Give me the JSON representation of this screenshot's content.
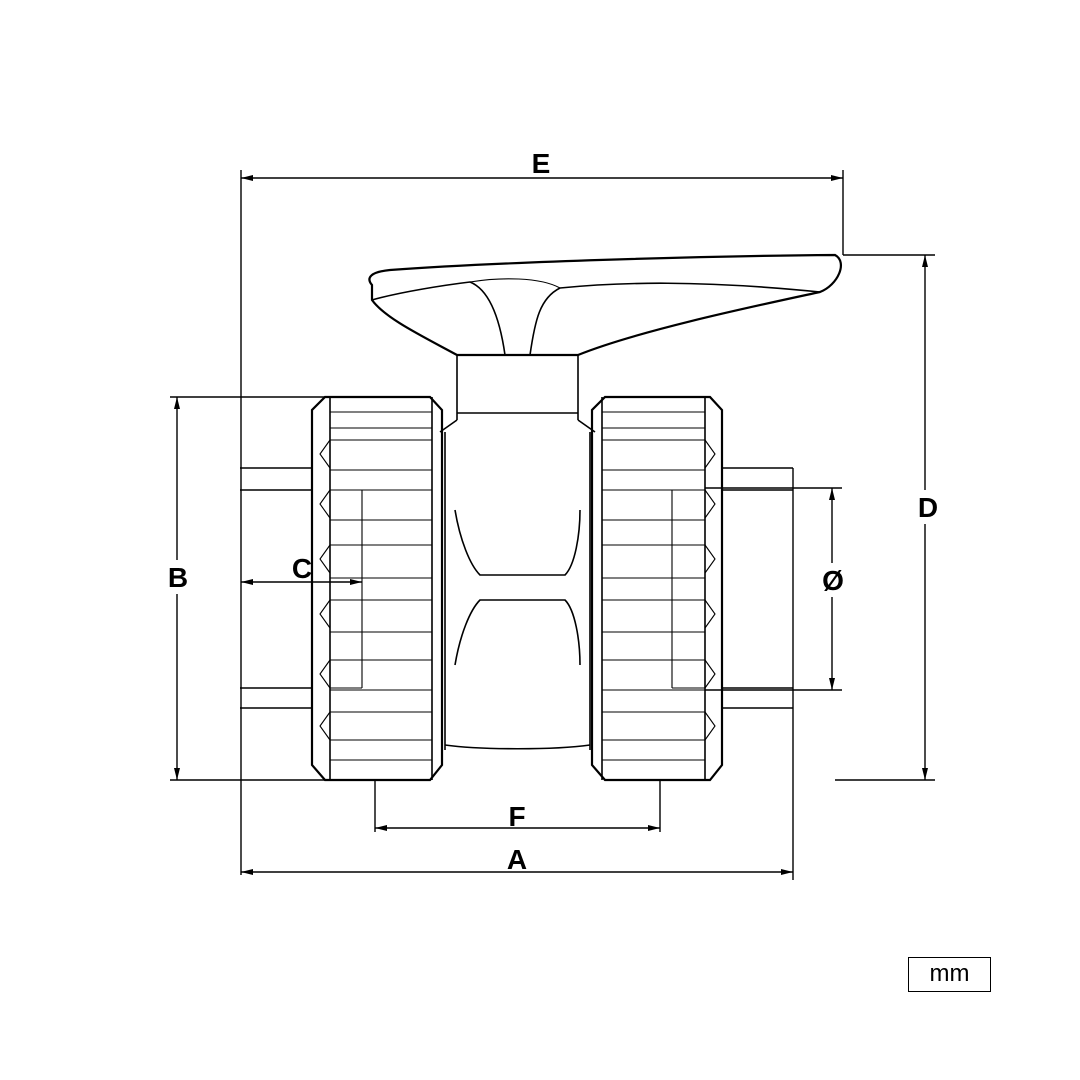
{
  "dimension_labels": {
    "A": "A",
    "B": "B",
    "C": "C",
    "D": "D",
    "E": "E",
    "F": "F",
    "diameter": "Ø"
  },
  "unit": "mm"
}
